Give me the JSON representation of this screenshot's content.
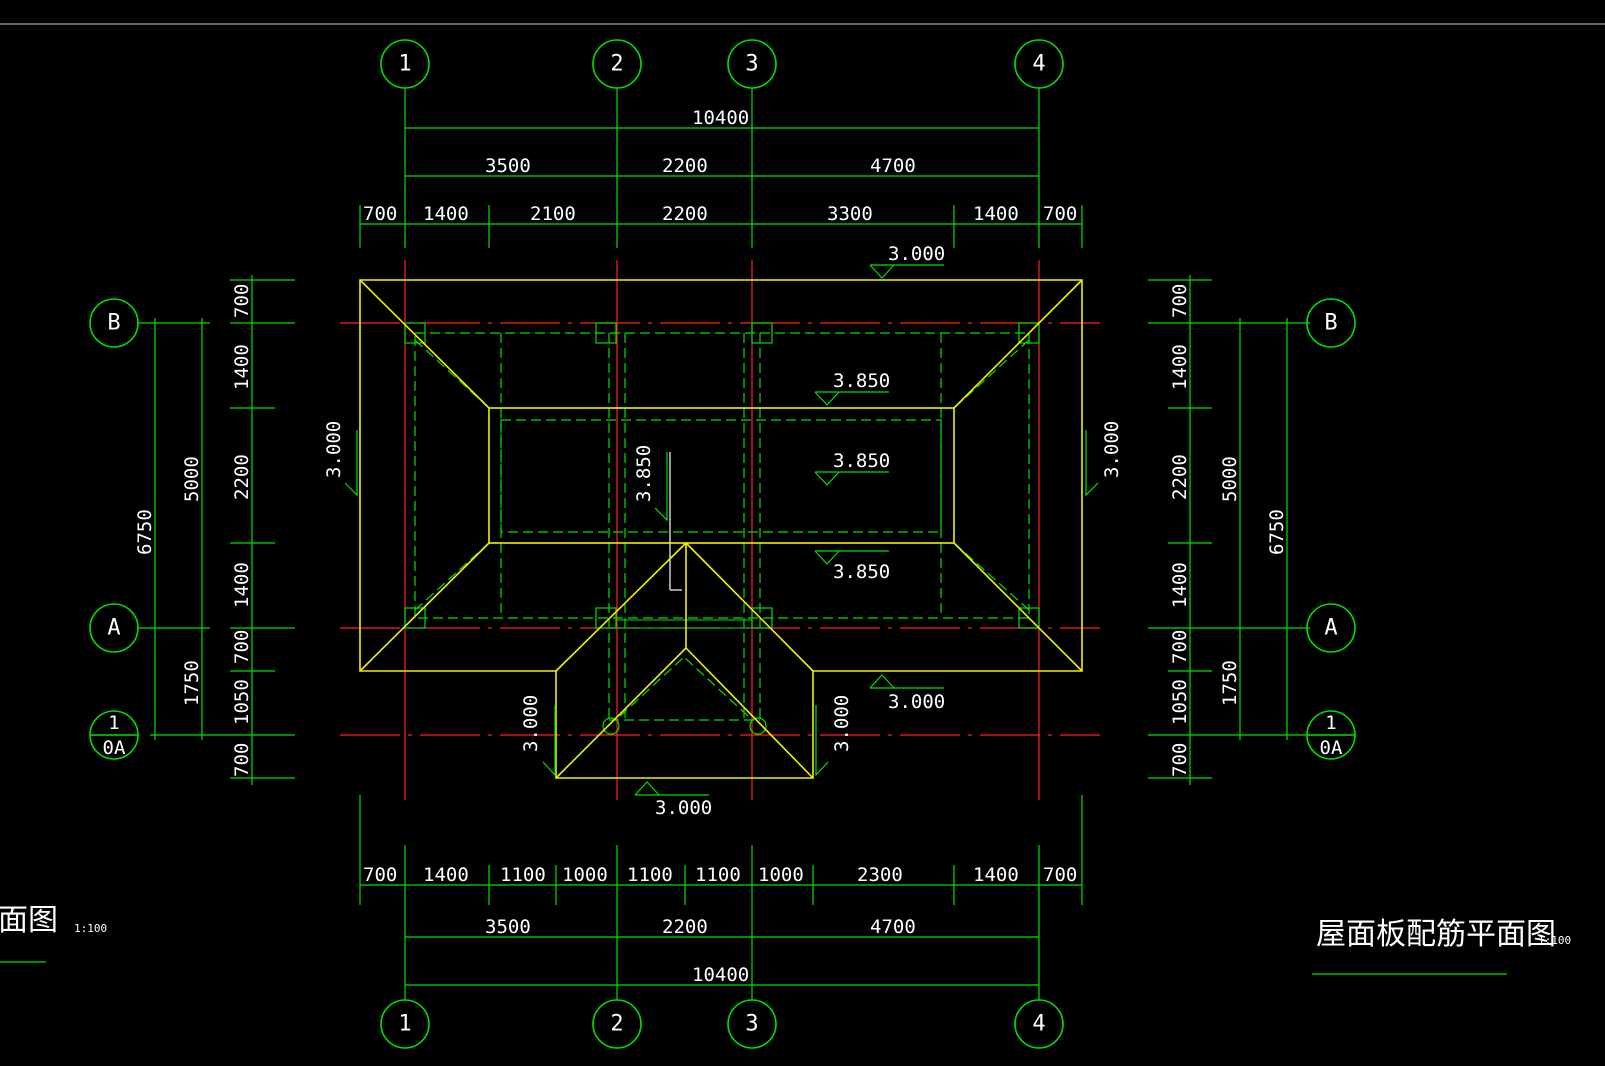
{
  "drawing": {
    "title": "屋面板配筋平面图",
    "scale": "1:100",
    "left_title_fragment": "面图",
    "left_scale": "1:100"
  },
  "axes": {
    "vertical": [
      "1",
      "2",
      "3",
      "4"
    ],
    "horizontal": [
      "B",
      "A"
    ],
    "extra_axis": {
      "top": "1",
      "bottom": "0A"
    }
  },
  "dimensions": {
    "top_total": "10400",
    "top_axis": [
      "3500",
      "2200",
      "4700"
    ],
    "top_detail": [
      "700",
      "1400",
      "2100",
      "2200",
      "3300",
      "1400",
      "700"
    ],
    "bottom_detail": [
      "700",
      "1400",
      "1100",
      "1000",
      "1100",
      "1100",
      "1000",
      "2300",
      "1400",
      "700"
    ],
    "bottom_axis": [
      "3500",
      "2200",
      "4700"
    ],
    "bottom_total": "10400",
    "side_detail": [
      "700",
      "1400",
      "2200",
      "1400",
      "700",
      "1050",
      "700"
    ],
    "side_mid": [
      "5000",
      "1750"
    ],
    "side_total": "6750"
  },
  "elevations": {
    "eave": "3.000",
    "ridge": "3.850"
  },
  "colors": {
    "background": "#000000",
    "axis_line": "#ff0000",
    "dimension": "#00ff00",
    "roof_outline": "#ffff00",
    "text": "#ffffff"
  }
}
